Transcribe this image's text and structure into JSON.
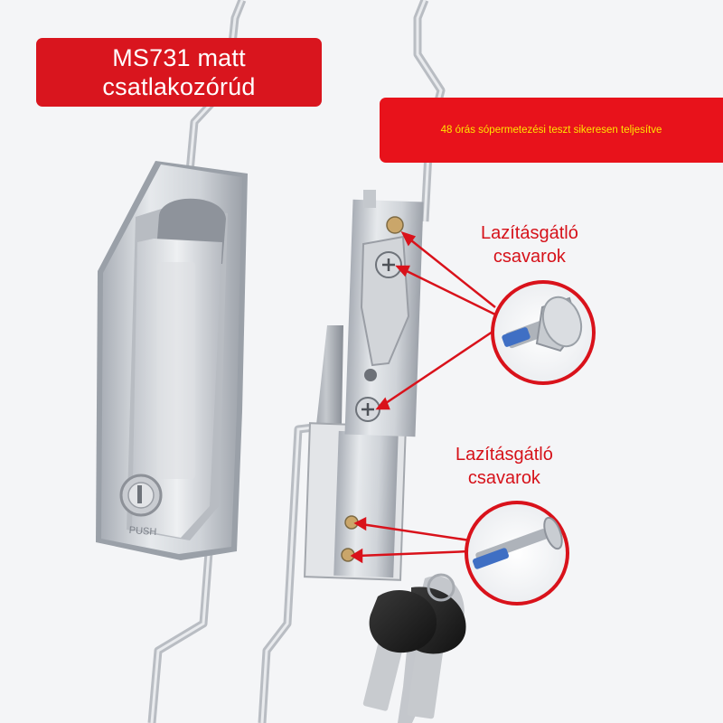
{
  "banner": {
    "title_line1": "MS731 matt",
    "title_line2": "csatlakozórúd"
  },
  "test_banner": {
    "text": "48 órás sópermetezési teszt sikeresen teljesítve"
  },
  "callouts": [
    {
      "line1": "Lazításgátló",
      "line2": "csavarok"
    },
    {
      "line1": "Lazításgátló",
      "line2": "csavarok"
    }
  ],
  "product": {
    "push_label": "PUSH"
  },
  "colors": {
    "brand_red": "#d9151e",
    "banner_text": "#ffffff",
    "test_text": "#ffe500",
    "metal": "#c9cdd3",
    "keys": "#1e1e1e"
  }
}
